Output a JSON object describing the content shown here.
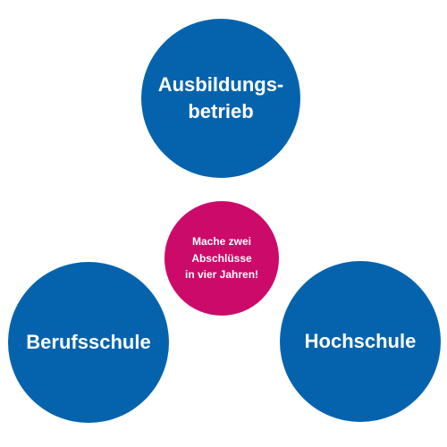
{
  "diagram": {
    "top_node": {
      "label": "Ausbildungs-\nbetrieb"
    },
    "left_node": {
      "label": "Berufsschule"
    },
    "right_node": {
      "label": "Hochschule"
    },
    "center_node": {
      "label": "Mache zwei\nAbschlüsse\nin vier Jahren!"
    }
  },
  "colors": {
    "node_blue": "#0563ad",
    "center_magenta": "#cc0a6a",
    "text": "#ffffff",
    "background": "#ffffff"
  }
}
